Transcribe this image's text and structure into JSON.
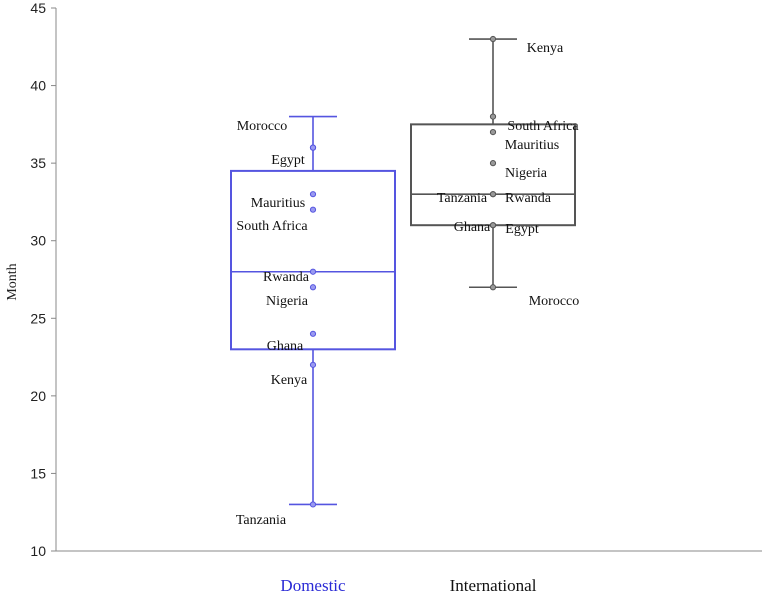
{
  "chart_data": {
    "type": "box",
    "title": "",
    "xlabel": "",
    "ylabel": "Month",
    "ylim": [
      10,
      45
    ],
    "yticks": [
      10,
      15,
      20,
      25,
      30,
      35,
      40,
      45
    ],
    "grid": false,
    "categories": [
      "Domestic",
      "International"
    ],
    "series": [
      {
        "name": "Domestic",
        "color": "#5555e0",
        "whisker_low": 13,
        "q1": 23,
        "median": 28,
        "q3": 34.5,
        "whisker_high": 38,
        "points": [
          {
            "label": "Morocco",
            "value": 36
          },
          {
            "label": "Egypt",
            "value": 36
          },
          {
            "label": "Mauritius",
            "value": 33
          },
          {
            "label": "South Africa",
            "value": 32
          },
          {
            "label": "Rwanda",
            "value": 28
          },
          {
            "label": "Nigeria",
            "value": 27
          },
          {
            "label": "Ghana",
            "value": 24
          },
          {
            "label": "Kenya",
            "value": 22
          },
          {
            "label": "Tanzania",
            "value": 13
          }
        ]
      },
      {
        "name": "International",
        "color": "#555555",
        "whisker_low": 27,
        "q1": 31,
        "median": 33,
        "q3": 37.5,
        "whisker_high": 43,
        "points": [
          {
            "label": "Kenya",
            "value": 43
          },
          {
            "label": "South Africa",
            "value": 38
          },
          {
            "label": "Mauritius",
            "value": 37
          },
          {
            "label": "Nigeria",
            "value": 35
          },
          {
            "label": "Tanzania",
            "value": 33
          },
          {
            "label": "Rwanda",
            "value": 33
          },
          {
            "label": "Ghana",
            "value": 31
          },
          {
            "label": "Egypt",
            "value": 31
          },
          {
            "label": "Morocco",
            "value": 27
          }
        ]
      }
    ]
  }
}
